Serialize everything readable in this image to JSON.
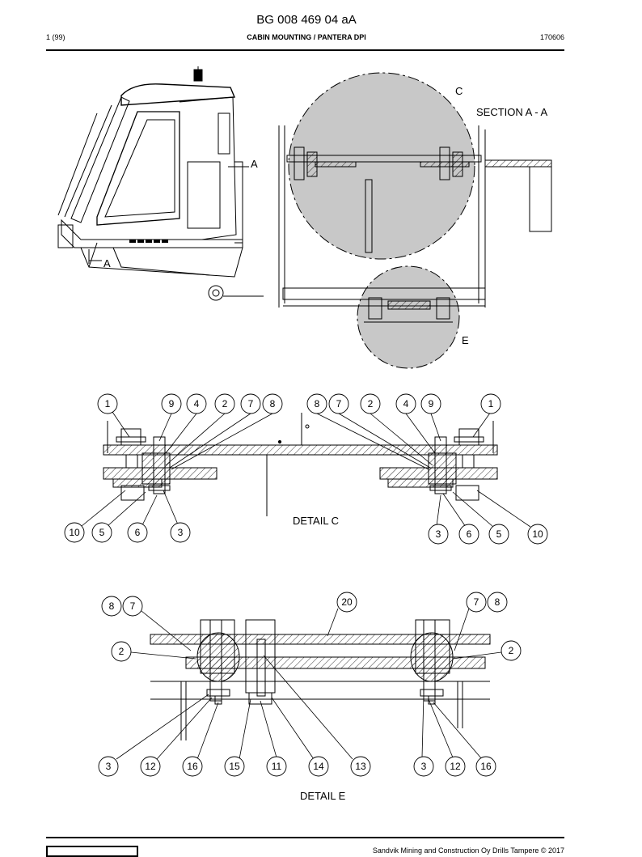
{
  "header": {
    "doc_number": "BG 008 469 04 aA",
    "page": "1 (99)",
    "title": "CABIN MOUNTING / PANTERA DPI",
    "date_code": "170606"
  },
  "overview": {
    "section_marker": "A",
    "section_title": "SECTION A - A",
    "detail_c_marker": "C",
    "detail_e_marker": "E"
  },
  "detail_c": {
    "title": "DETAIL C",
    "top_callouts": [
      "1",
      "9",
      "4",
      "2",
      "7",
      "8",
      "8",
      "7",
      "2",
      "4",
      "9",
      "1"
    ],
    "bottom_callouts": [
      "10",
      "5",
      "6",
      "3",
      "3",
      "6",
      "5",
      "10"
    ]
  },
  "detail_e": {
    "title": "DETAIL E",
    "top_callouts": [
      "8",
      "7",
      "20",
      "7",
      "8"
    ],
    "side_callouts": [
      "2",
      "2"
    ],
    "bottom_callouts": [
      "3",
      "12",
      "16",
      "15",
      "11",
      "14",
      "13",
      "3",
      "12",
      "16"
    ]
  },
  "footer": {
    "copyright": "Sandvik Mining and Construction Oy Drills Tampere © 2017"
  }
}
